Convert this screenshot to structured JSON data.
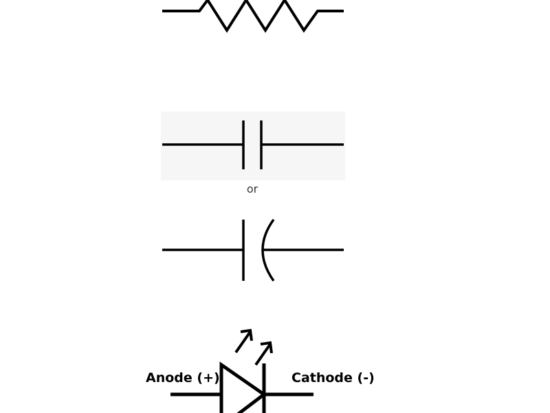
{
  "diagram": {
    "symbols": [
      {
        "id": "resistor",
        "kind": "resistor"
      },
      {
        "id": "capacitor-nonpolar",
        "kind": "capacitor-nonpolarized"
      },
      {
        "id": "capacitor-polar",
        "kind": "capacitor-polarized"
      },
      {
        "id": "led",
        "kind": "light-emitting-diode"
      }
    ],
    "or_text": "or",
    "led": {
      "anode_label": "Anode (+)",
      "cathode_label": "Cathode (-)"
    },
    "colors": {
      "stroke": "#000000",
      "panel": "#f6f6f6",
      "background": "#ffffff"
    }
  }
}
